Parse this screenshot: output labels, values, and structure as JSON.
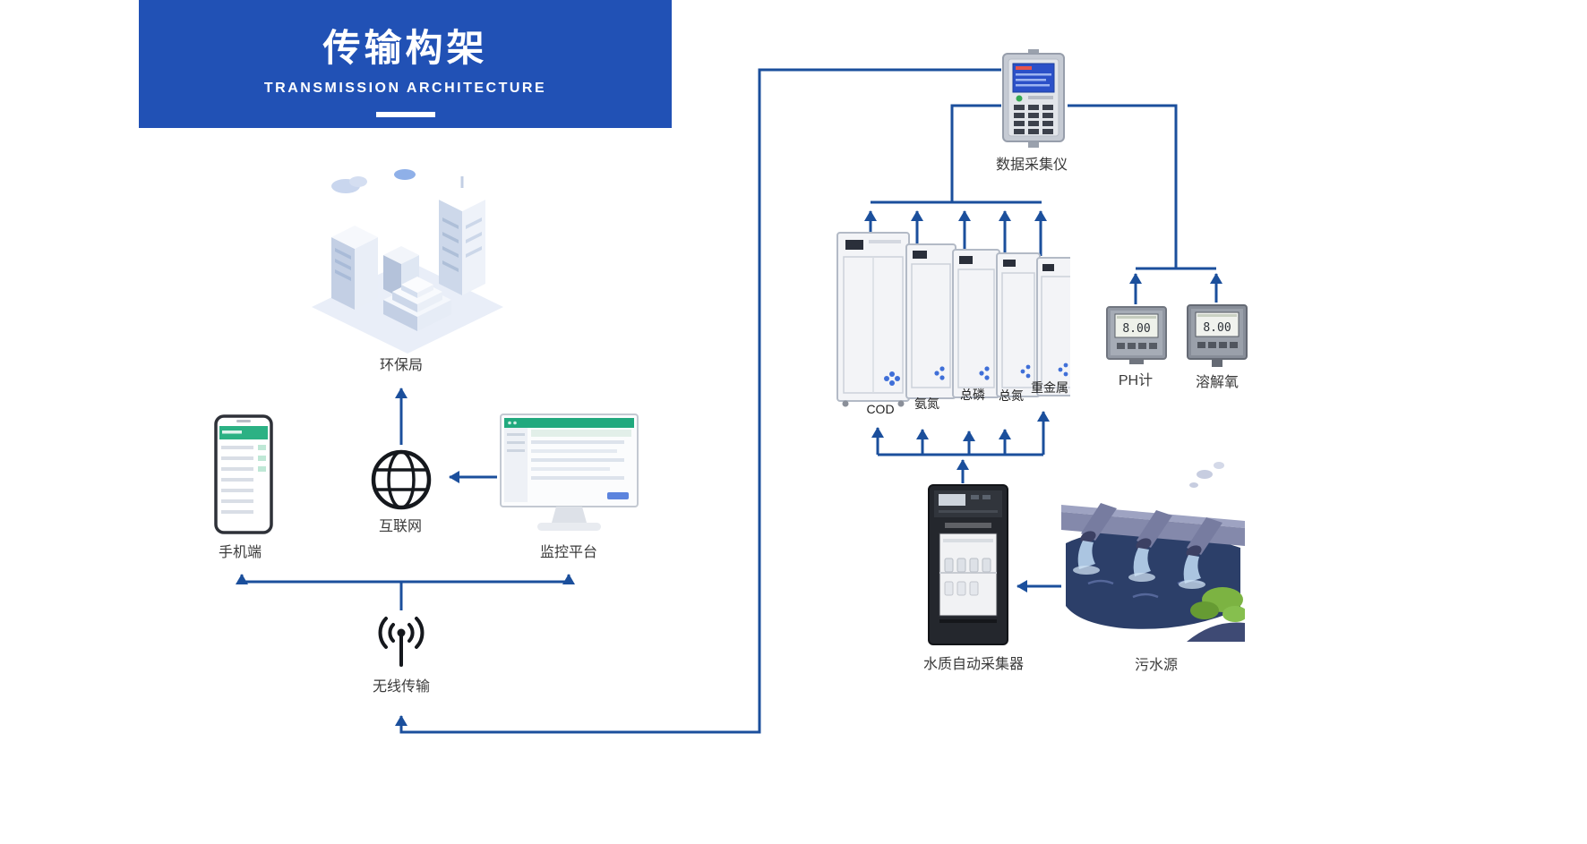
{
  "header": {
    "title": "传输构架",
    "subtitle": "TRANSMISSION ARCHITECTURE"
  },
  "colors": {
    "banner": "#2151b5",
    "arrow": "#1b4f9c",
    "phone_green": "#2cb184",
    "screen_green": "#21a97e",
    "accent_blue": "#3f6fd8"
  },
  "nodes": {
    "epa": {
      "label": "环保局"
    },
    "phone": {
      "label": "手机端"
    },
    "internet": {
      "label": "互联网"
    },
    "platform": {
      "label": "监控平台"
    },
    "wireless": {
      "label": "无线传输"
    },
    "collector": {
      "label": "数据采集仪"
    },
    "analyzers": {
      "items": [
        {
          "label": "COD"
        },
        {
          "label": "氨氮"
        },
        {
          "label": "总磷"
        },
        {
          "label": "总氮"
        },
        {
          "label": "重金属"
        }
      ]
    },
    "ph_meter": {
      "label": "PH计",
      "reading": "8.00"
    },
    "do_meter": {
      "label": "溶解氧",
      "reading": "8.00"
    },
    "sampler": {
      "label": "水质自动采集器"
    },
    "sewage": {
      "label": "污水源"
    }
  }
}
